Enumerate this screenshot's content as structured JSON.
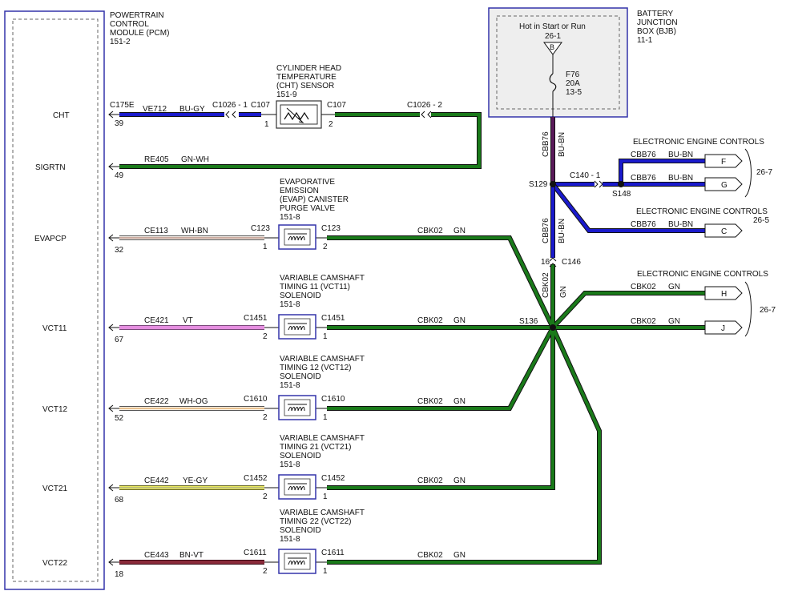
{
  "pcm": {
    "title": [
      "POWERTRAIN",
      "CONTROL",
      "MODULE (PCM)",
      "151-2"
    ],
    "pins": [
      {
        "name": "CHT",
        "pin": "39"
      },
      {
        "name": "SIGRTN",
        "pin": "49"
      },
      {
        "name": "EVAPCP",
        "pin": "32"
      },
      {
        "name": "VCT11",
        "pin": "67"
      },
      {
        "name": "VCT12",
        "pin": "52"
      },
      {
        "name": "VCT21",
        "pin": "68"
      },
      {
        "name": "VCT22",
        "pin": "18"
      }
    ],
    "connector": "C175E"
  },
  "bjb": {
    "title": [
      "BATTERY",
      "JUNCTION",
      "BOX (BJB)",
      "11-1"
    ],
    "hot_label": "Hot in Start or Run",
    "hot_ref": "26-1",
    "terminal": "B",
    "fuse": [
      "F76",
      "20A",
      "13-5"
    ]
  },
  "cht_sensor": {
    "title": [
      "CYLINDER HEAD",
      "TEMPERATURE",
      "(CHT) SENSOR",
      "151-9"
    ],
    "inline_left": "C1026 - 1",
    "left_conn": "C107",
    "right_conn": "C107",
    "inline_right": "C1026 - 2",
    "pin_left": "1",
    "pin_right": "2"
  },
  "wires": {
    "cht": {
      "circuit": "VE712",
      "color": "BU-GY"
    },
    "sigrtn": {
      "circuit": "RE405",
      "color": "GN-WH"
    },
    "evapcp": {
      "circuit": "CE113",
      "color": "WH-BN"
    },
    "vct11": {
      "circuit": "CE421",
      "color": "VT"
    },
    "vct12": {
      "circuit": "CE422",
      "color": "WH-OG"
    },
    "vct21": {
      "circuit": "CE442",
      "color": "YE-GY"
    },
    "vct22": {
      "circuit": "CE443",
      "color": "BN-VT"
    }
  },
  "solenoids": [
    {
      "title": [
        "EVAPORATIVE",
        "EMISSION",
        "(EVAP) CANISTER",
        "PURGE VALVE",
        "151-8"
      ],
      "conn": "C123",
      "pin_left": "1",
      "pin_right": "2",
      "out_circuit": "CBK02",
      "out_color": "GN"
    },
    {
      "title": [
        "VARIABLE CAMSHAFT",
        "TIMING 11 (VCT11)",
        "SOLENOID",
        "151-8"
      ],
      "conn": "C1451",
      "pin_left": "2",
      "pin_right": "1",
      "out_circuit": "CBK02",
      "out_color": "GN"
    },
    {
      "title": [
        "VARIABLE CAMSHAFT",
        "TIMING 12 (VCT12)",
        "SOLENOID",
        "151-8"
      ],
      "conn": "C1610",
      "pin_left": "2",
      "pin_right": "1",
      "out_circuit": "CBK02",
      "out_color": "GN"
    },
    {
      "title": [
        "VARIABLE CAMSHAFT",
        "TIMING 21 (VCT21)",
        "SOLENOID",
        "151-8"
      ],
      "conn": "C1452",
      "pin_left": "2",
      "pin_right": "1",
      "out_circuit": "CBK02",
      "out_color": "GN"
    },
    {
      "title": [
        "VARIABLE CAMSHAFT",
        "TIMING 22 (VCT22)",
        "SOLENOID",
        "151-8"
      ],
      "conn": "C1611",
      "pin_left": "2",
      "pin_right": "1",
      "out_circuit": "CBK02",
      "out_color": "GN"
    }
  ],
  "right": {
    "vertical_top_circuit": "CBB76",
    "vertical_top_color": "BU-BN",
    "vertical_mid_circuit": "CBB76",
    "vertical_mid_color": "BU-BN",
    "vertical_low_circuit": "CBK02",
    "vertical_low_color": "GN",
    "splice_s129": "S129",
    "splice_s148": "S148",
    "splice_s136": "S136",
    "inline_c140": "C140 - 1",
    "inline_c146": "C146",
    "c146_pin": "16",
    "eec1": {
      "title": "ELECTRONIC ENGINE CONTROLS",
      "ref": "26-7",
      "wires": [
        {
          "circuit": "CBB76",
          "color": "BU-BN",
          "terminal": "F"
        },
        {
          "circuit": "CBB76",
          "color": "BU-BN",
          "terminal": "G"
        }
      ]
    },
    "eec2": {
      "title": "ELECTRONIC ENGINE CONTROLS",
      "ref": "26-5",
      "wires": [
        {
          "circuit": "CBB76",
          "color": "BU-BN",
          "terminal": "C"
        }
      ]
    },
    "eec3": {
      "title": "ELECTRONIC ENGINE CONTROLS",
      "ref": "26-7",
      "wires": [
        {
          "circuit": "CBK02",
          "color": "GN",
          "terminal": "H"
        },
        {
          "circuit": "CBK02",
          "color": "GN",
          "terminal": "J"
        }
      ]
    }
  },
  "colors": {
    "blue_wire": "#1a1acc",
    "green_wire": "#1a7a1a",
    "violet_wire": "#e58ee0",
    "yellow_wire": "#e8e85a",
    "brown_violet_wire": "#8a2a3a",
    "box_border": "#3333aa"
  }
}
